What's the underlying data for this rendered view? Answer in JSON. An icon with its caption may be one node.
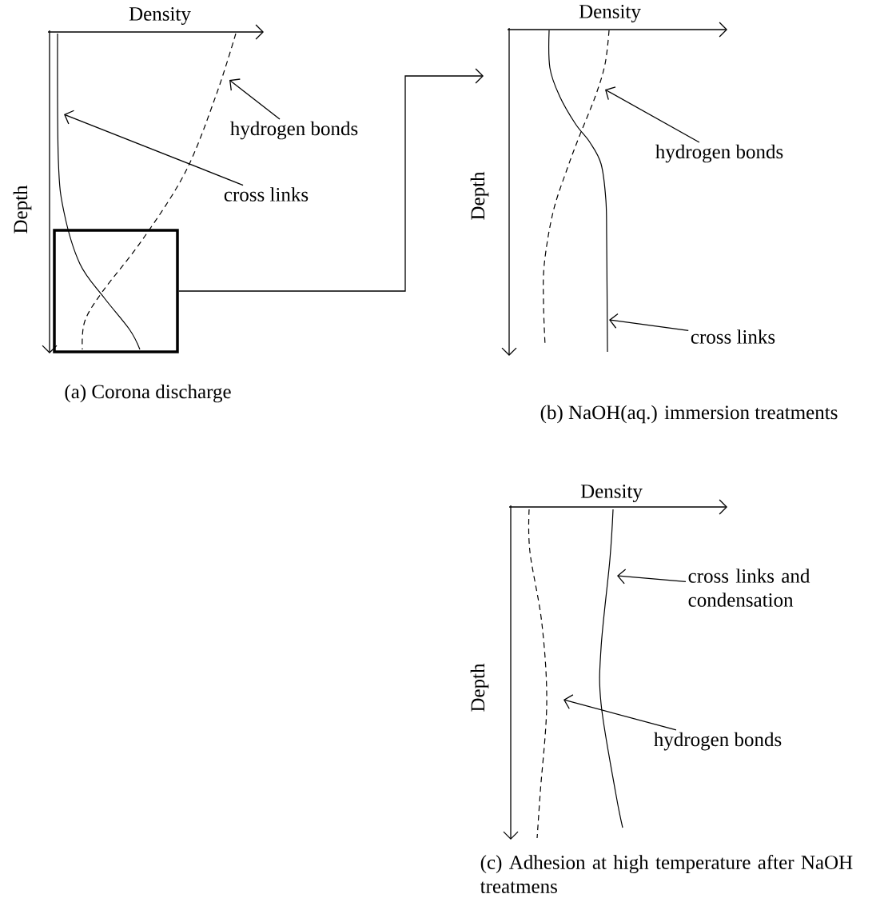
{
  "diagram": {
    "nodes": [
      {
        "text": [],
        "shape": "curve"
      },
      {
        "text": [],
        "shape": "curve"
      },
      {
        "text": [],
        "shape": "box"
      },
      {
        "text": [
          "hydrogen bonds"
        ]
      },
      {
        "text": [
          "cross links"
        ]
      },
      {
        "text": [],
        "shape": "curve"
      },
      {
        "text": [],
        "shape": "curve"
      },
      {
        "text": [
          "hydrogen bonds"
        ]
      },
      {
        "text": [
          "cross links"
        ]
      },
      {
        "text": [],
        "shape": "curve"
      },
      {
        "text": [],
        "shape": "curve"
      },
      {
        "text": [
          "cross links and condensation"
        ]
      },
      {
        "text": [
          "hydrogen bonds"
        ]
      }
    ],
    "edges": [
      {
        "from": 3,
        "to": 1,
        "arrow": "to"
      },
      {
        "from": 4,
        "to": 0,
        "arrow": "to"
      },
      {
        "from": 2,
        "to": null,
        "arrow": "to"
      },
      {
        "from": 7,
        "to": 6,
        "arrow": "to"
      },
      {
        "from": 8,
        "to": 5,
        "arrow": "to"
      },
      {
        "from": 11,
        "to": 10,
        "arrow": "to"
      },
      {
        "from": 12,
        "to": 9,
        "arrow": "to"
      }
    ],
    "labels": [
      "Density",
      "Depth",
      "(a) Corona discharge",
      "Density",
      "Depth",
      "(b) NaOH(aq.) immersion treatments",
      "Density",
      "Depth",
      "(c) Adhesion at high temperature after NaOH treatmens"
    ]
  }
}
